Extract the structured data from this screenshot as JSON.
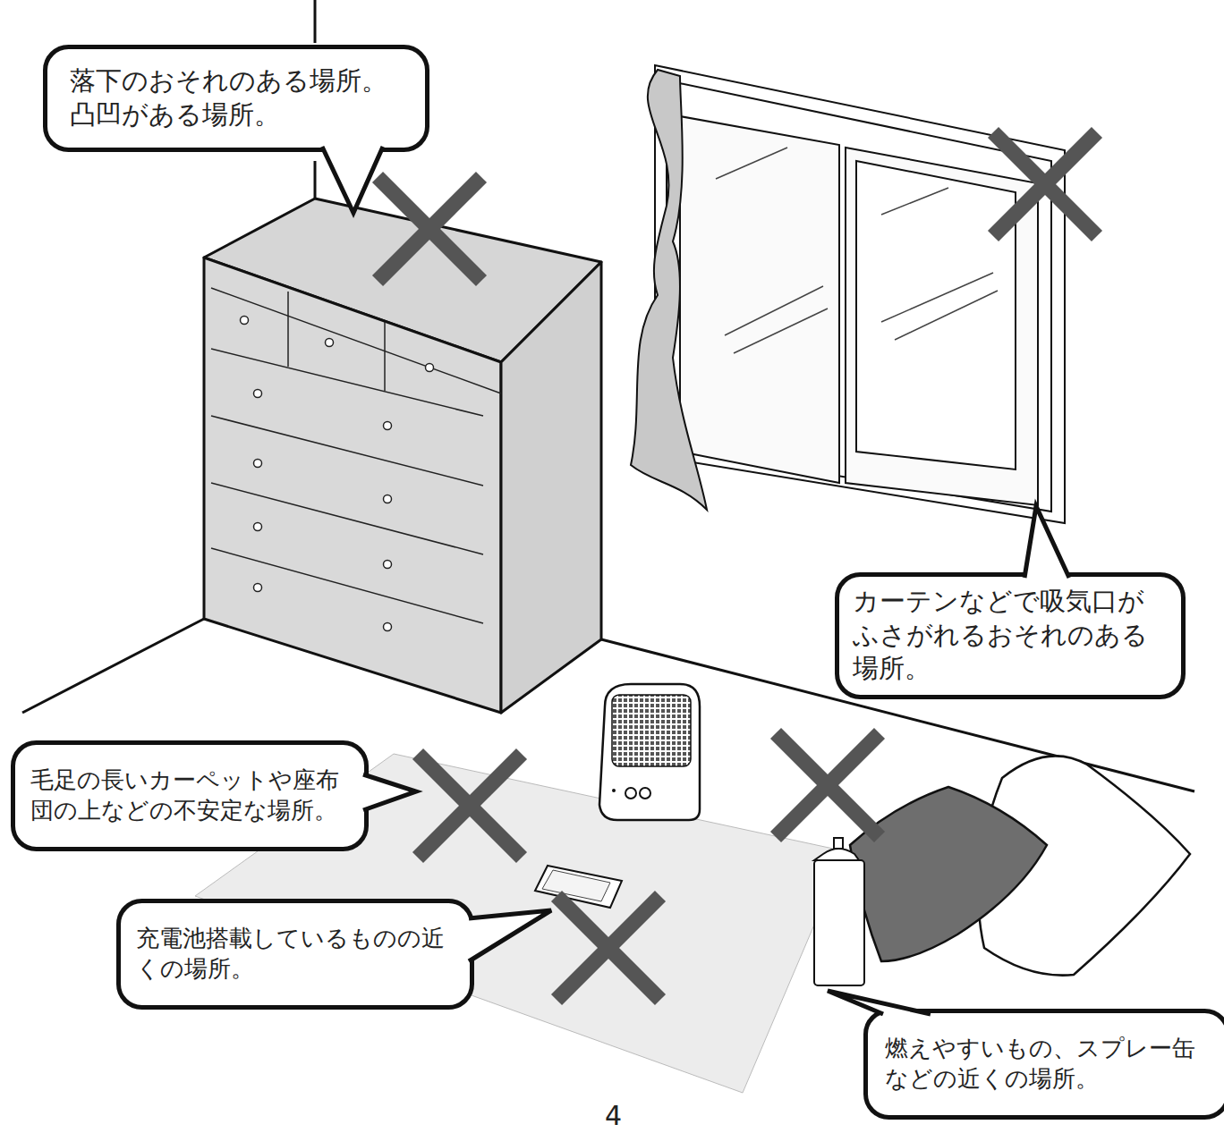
{
  "diagram": {
    "nodes": [
      {
        "text": [
          "落下のおそれのある場所。 凸凹がある場所。"
        ]
      },
      {
        "text": [
          "カーテンなどで吸気口が ふさがれるおそれのある 場所。"
        ]
      },
      {
        "text": [
          "毛足の長いカーペットや座布 団の上などの不安定な場所。"
        ]
      },
      {
        "text": [
          "充電池搭載しているものの近 くの場所。"
        ]
      },
      {
        "text": [
          "燃えやすいもの、スプレー缶 などの近くの場所。"
        ]
      }
    ],
    "labels": [
      "4"
    ]
  }
}
